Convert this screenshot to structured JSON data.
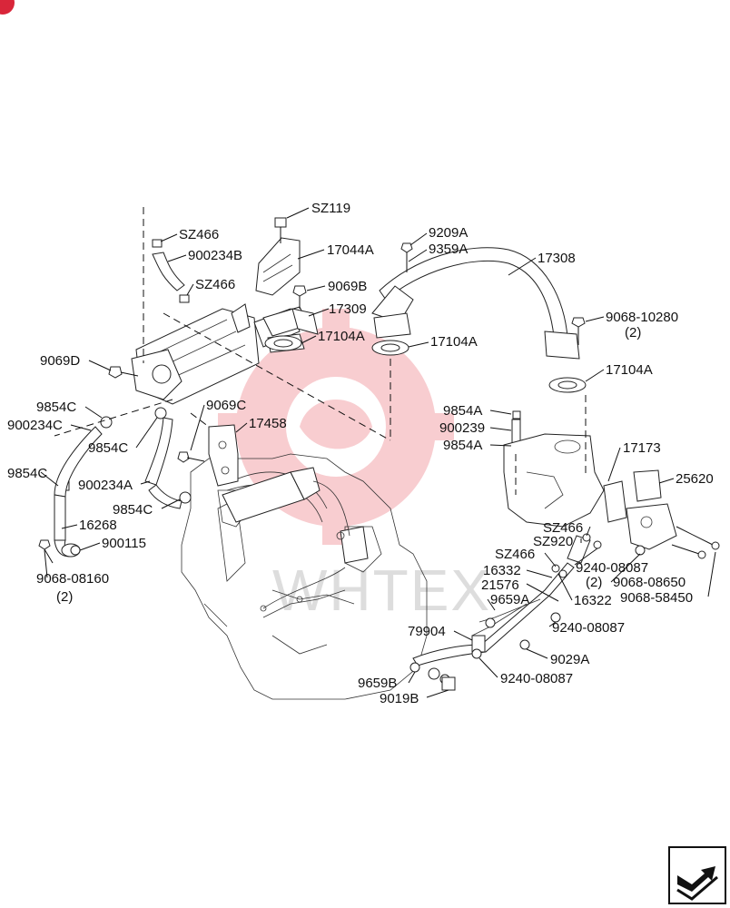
{
  "watermark": {
    "text": "WHTEX",
    "color": "#e0202e"
  },
  "nav": {
    "icon": "arrow-next-page-icon"
  },
  "labels": [
    {
      "id": "sz119",
      "text": "SZ119"
    },
    {
      "id": "sz466-a",
      "text": "SZ466"
    },
    {
      "id": "900234b",
      "text": "900234B"
    },
    {
      "id": "17044a",
      "text": "17044A"
    },
    {
      "id": "9209a",
      "text": "9209A"
    },
    {
      "id": "9359a",
      "text": "9359A"
    },
    {
      "id": "17308",
      "text": "17308"
    },
    {
      "id": "sz466-b",
      "text": "SZ466"
    },
    {
      "id": "9069b",
      "text": "9069B"
    },
    {
      "id": "17309",
      "text": "17309"
    },
    {
      "id": "17104a-1",
      "text": "17104A"
    },
    {
      "id": "17104a-2",
      "text": "17104A"
    },
    {
      "id": "9068-10280",
      "text": "9068-10280"
    },
    {
      "id": "qty-10280",
      "text": "(2)"
    },
    {
      "id": "9069d",
      "text": "9069D"
    },
    {
      "id": "17104a-3",
      "text": "17104A"
    },
    {
      "id": "9854c-1",
      "text": "9854C"
    },
    {
      "id": "9069c",
      "text": "9069C"
    },
    {
      "id": "900234c",
      "text": "900234C"
    },
    {
      "id": "17458",
      "text": "17458"
    },
    {
      "id": "9854a-1",
      "text": "9854A"
    },
    {
      "id": "900239",
      "text": "900239"
    },
    {
      "id": "9854c-2",
      "text": "9854C"
    },
    {
      "id": "9854a-2",
      "text": "9854A"
    },
    {
      "id": "17173",
      "text": "17173"
    },
    {
      "id": "9854c-3",
      "text": "9854C"
    },
    {
      "id": "900234a",
      "text": "900234A"
    },
    {
      "id": "25620",
      "text": "25620"
    },
    {
      "id": "9854c-4",
      "text": "9854C"
    },
    {
      "id": "16268",
      "text": "16268"
    },
    {
      "id": "sz466-c",
      "text": "SZ466"
    },
    {
      "id": "sz920",
      "text": "SZ920"
    },
    {
      "id": "900115",
      "text": "900115"
    },
    {
      "id": "sz466-d",
      "text": "SZ466"
    },
    {
      "id": "9240-08087-1",
      "text": "9240-08087"
    },
    {
      "id": "qty-08087",
      "text": "(2)"
    },
    {
      "id": "16332",
      "text": "16332"
    },
    {
      "id": "9068-08650",
      "text": "9068-08650"
    },
    {
      "id": "9068-08160",
      "text": "9068-08160"
    },
    {
      "id": "21576",
      "text": "21576"
    },
    {
      "id": "16322",
      "text": "16322"
    },
    {
      "id": "9068-58450",
      "text": "9068-58450"
    },
    {
      "id": "qty-08160",
      "text": "(2)"
    },
    {
      "id": "9659a",
      "text": "9659A"
    },
    {
      "id": "79904",
      "text": "79904"
    },
    {
      "id": "9240-08087-2",
      "text": "9240-08087"
    },
    {
      "id": "9029a",
      "text": "9029A"
    },
    {
      "id": "9240-08087-3",
      "text": "9240-08087"
    },
    {
      "id": "9659b",
      "text": "9659B"
    },
    {
      "id": "9019b",
      "text": "9019B"
    }
  ]
}
